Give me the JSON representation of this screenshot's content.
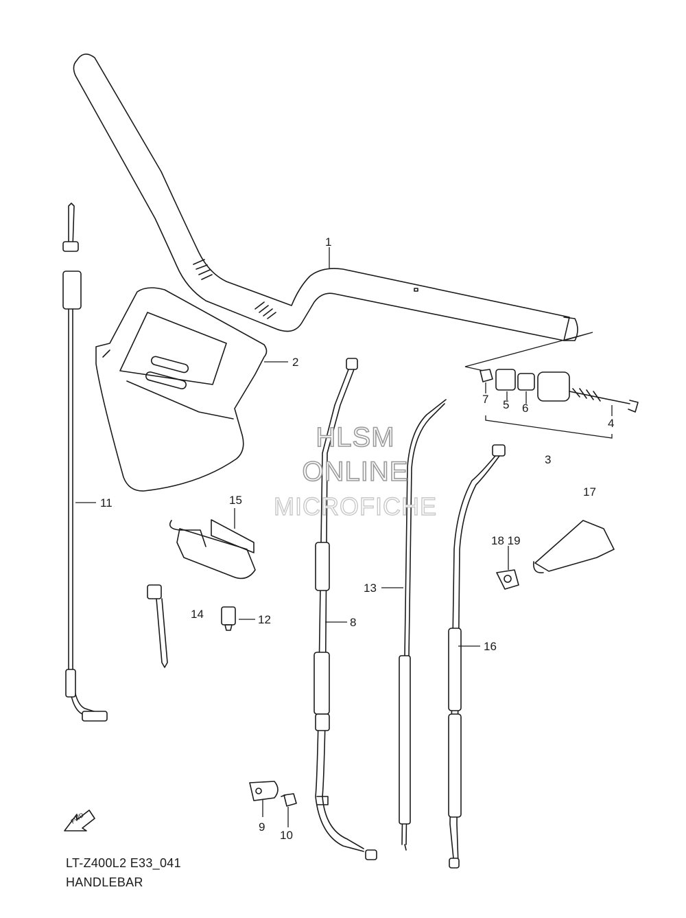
{
  "diagram": {
    "code": "LT-Z400L2 E33_041",
    "title": "HANDLEBAR",
    "watermark": {
      "line1": "HLSM",
      "line2": "ONLINE",
      "line3": "MICROFICHE"
    },
    "fwd_arrow_label": "FWD",
    "callouts": {
      "c1": "1",
      "c2": "2",
      "c3": "3",
      "c4": "4",
      "c5": "5",
      "c6": "6",
      "c7": "7",
      "c8": "8",
      "c9": "9",
      "c10": "10",
      "c11": "11",
      "c12": "12",
      "c13": "13",
      "c14": "14",
      "c15": "15",
      "c16": "16",
      "c17": "17",
      "c18_19": "18 19"
    }
  }
}
